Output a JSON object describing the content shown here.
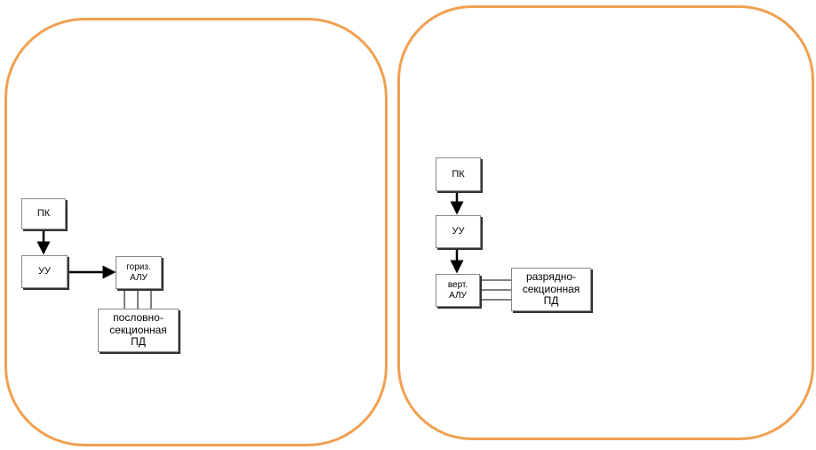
{
  "left": {
    "pk": "ПК",
    "uu": "УУ",
    "alu_line1": "гориз.",
    "alu_line2": "АЛУ",
    "mem_line1": "пословно-",
    "mem_line2": "секционная",
    "mem_line3": "ПД"
  },
  "right": {
    "pk": "ПК",
    "uu": "УУ",
    "alu_line1": "верт.",
    "alu_line2": "АЛУ",
    "mem_line1": "разрядно-",
    "mem_line2": "секционная",
    "mem_line3": "ПД"
  },
  "colors": {
    "frame": "#f0a050",
    "box_border": "#888888",
    "line": "#000000"
  }
}
